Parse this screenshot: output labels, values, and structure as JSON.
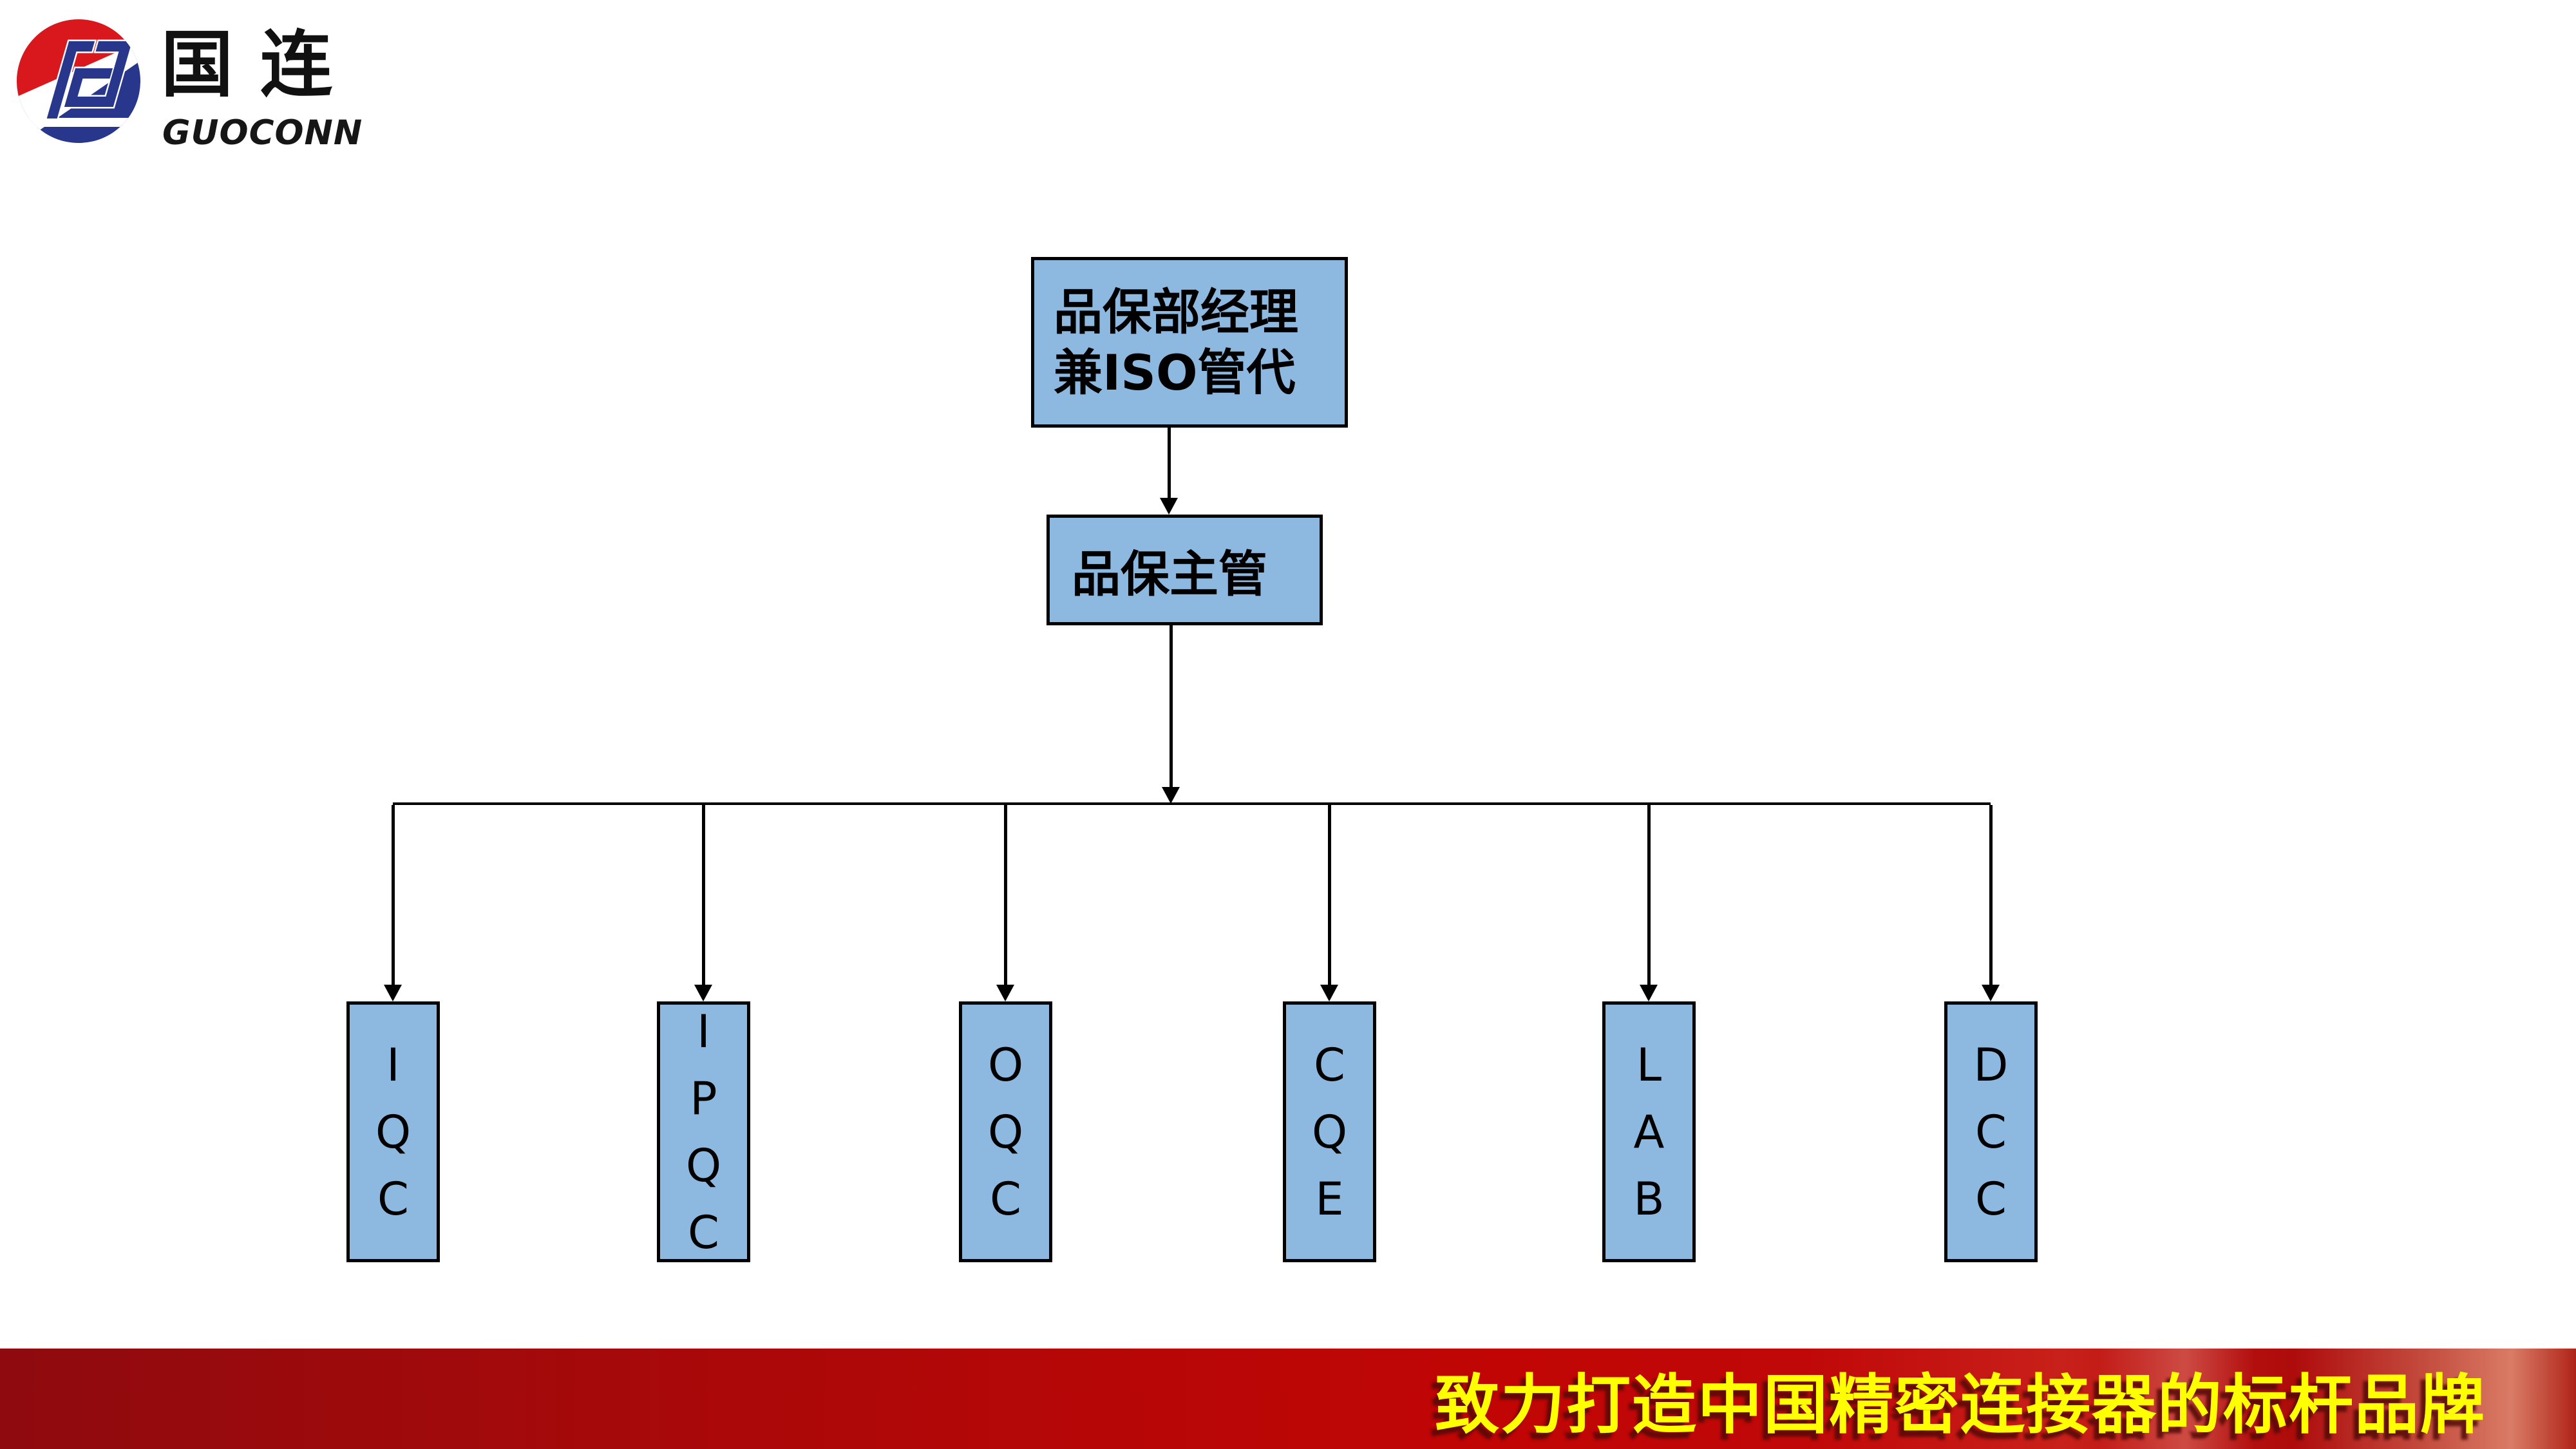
{
  "logo": {
    "zh_name": "国连",
    "en_name": "GUOCONN",
    "mark_colors": {
      "red": "#D8181C",
      "blue": "#28378C",
      "white": "#FFFFFF"
    }
  },
  "org_chart": {
    "root_label": "品保部经理\n兼ISO管代",
    "supervisor_label": "品保主管",
    "departments": [
      {
        "label": "IQC"
      },
      {
        "label": "IPQC"
      },
      {
        "label": "OQC"
      },
      {
        "label": "CQE"
      },
      {
        "label": "LAB"
      },
      {
        "label": "DCC"
      }
    ],
    "node_fill": "#8DB9E1",
    "node_border": "#000000",
    "connector_color": "#000000"
  },
  "footer": {
    "slogan": "致力打造中国精密连接器的标杆品牌",
    "text_color": "#FFFF00",
    "band_gradient": [
      "#8E0A0E",
      "#C10505",
      "#D97B66",
      "#B02418"
    ]
  }
}
